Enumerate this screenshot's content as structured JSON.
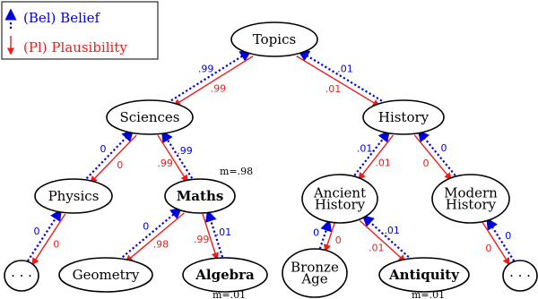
{
  "colors": {
    "belief": "#0000e0",
    "plausibility": "#ee1c1c",
    "node_stroke": "#000000"
  },
  "legend": {
    "belief": "(Bel) Belief",
    "plausibility": "(Pl) Plausibility"
  },
  "nodes": [
    {
      "id": "topics",
      "label": "Topics",
      "bold": false
    },
    {
      "id": "sciences",
      "label": "Sciences",
      "bold": false
    },
    {
      "id": "history",
      "label": "History",
      "bold": false
    },
    {
      "id": "physics",
      "label": "Physics",
      "bold": false
    },
    {
      "id": "maths",
      "label": "Maths",
      "bold": true
    },
    {
      "id": "ancient",
      "label": "Ancient\nHistory",
      "bold": false
    },
    {
      "id": "modern",
      "label": "Modern\nHistory",
      "bold": false
    },
    {
      "id": "phys_more",
      "label": "· · ·",
      "bold": false
    },
    {
      "id": "geometry",
      "label": "Geometry",
      "bold": false
    },
    {
      "id": "algebra",
      "label": "Algebra",
      "bold": true
    },
    {
      "id": "bronze",
      "label": "Bronze\nAge",
      "bold": false
    },
    {
      "id": "antiquity",
      "label": "Antiquity",
      "bold": true
    },
    {
      "id": "modern_more",
      "label": "· · ·",
      "bold": false
    }
  ],
  "edges": [
    {
      "parent": "topics",
      "child": "sciences",
      "bel": ".99",
      "pl": ".99"
    },
    {
      "parent": "topics",
      "child": "history",
      "bel": ".01",
      "pl": ".01"
    },
    {
      "parent": "sciences",
      "child": "physics",
      "bel": "0",
      "pl": "0"
    },
    {
      "parent": "sciences",
      "child": "maths",
      "bel": ".99",
      "pl": ".99"
    },
    {
      "parent": "history",
      "child": "ancient",
      "bel": ".01",
      "pl": ".01"
    },
    {
      "parent": "history",
      "child": "modern",
      "bel": "0",
      "pl": "0"
    },
    {
      "parent": "physics",
      "child": "phys_more",
      "bel": "0",
      "pl": "0"
    },
    {
      "parent": "maths",
      "child": "geometry",
      "bel": "0",
      "pl": ".98"
    },
    {
      "parent": "maths",
      "child": "algebra",
      "bel": ".01",
      "pl": ".99"
    },
    {
      "parent": "ancient",
      "child": "bronze",
      "bel": "0",
      "pl": "0"
    },
    {
      "parent": "ancient",
      "child": "antiquity",
      "bel": ".01",
      "pl": ".01"
    },
    {
      "parent": "modern",
      "child": "modern_more",
      "bel": "0",
      "pl": "0"
    }
  ],
  "masses": [
    {
      "node": "maths",
      "text": "m=.98"
    },
    {
      "node": "algebra",
      "text": "m=.01"
    },
    {
      "node": "antiquity",
      "text": "m=.01"
    }
  ]
}
